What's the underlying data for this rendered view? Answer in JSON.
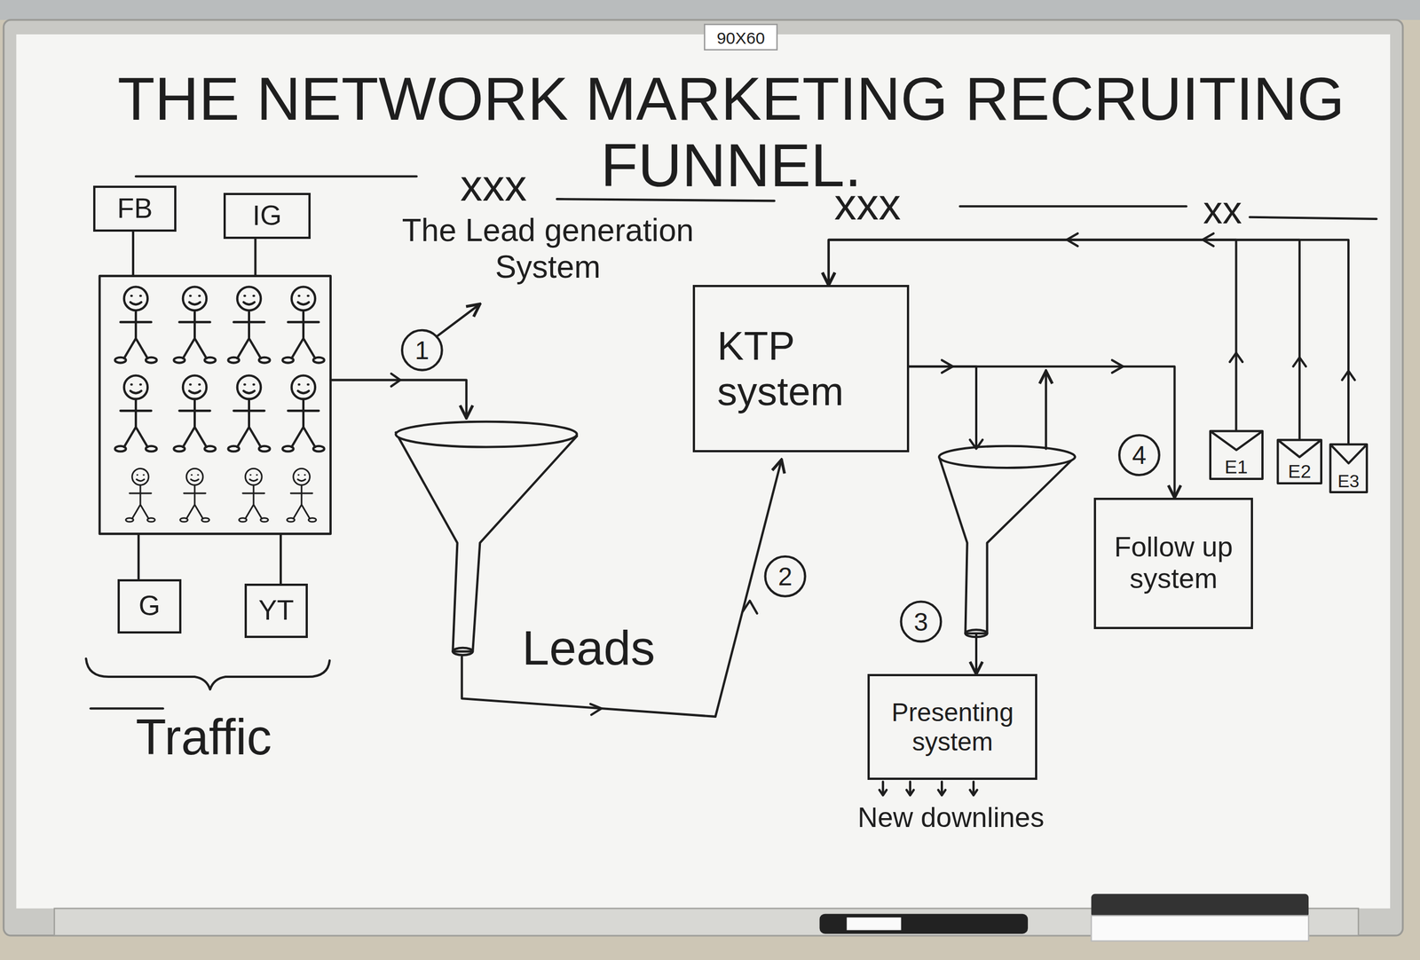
{
  "diagram": {
    "title": "THE NETWORK MARKETING RECRUITING FUNNEL.",
    "nodes": [
      {
        "text": [
          "FB"
        ]
      },
      {
        "text": [
          "IG"
        ]
      },
      {
        "text": [
          "G"
        ]
      },
      {
        "text": [
          "YT"
        ]
      },
      {
        "text": [
          "KTP system"
        ]
      },
      {
        "text": [
          "Presenting system"
        ]
      },
      {
        "text": [
          "Follow up system"
        ]
      },
      {
        "text": [
          "E1"
        ]
      },
      {
        "text": [
          "E2"
        ]
      },
      {
        "text": [
          "E3"
        ]
      }
    ],
    "edges": [
      {
        "from": 7,
        "to": 4,
        "arrow": "to"
      },
      {
        "from": 8,
        "to": 4,
        "arrow": "to"
      },
      {
        "from": 9,
        "to": 4,
        "arrow": "to"
      },
      {
        "from": 4,
        "to": 5,
        "arrow": "to"
      },
      {
        "from": 4,
        "to": 6,
        "arrow": "to"
      }
    ],
    "labels": [
      "90X60",
      "xxx",
      "The Lead generation System",
      "xxx",
      "xx",
      "1",
      "Traffic",
      "Leads",
      "2",
      "3",
      "4",
      "New downlines"
    ]
  }
}
